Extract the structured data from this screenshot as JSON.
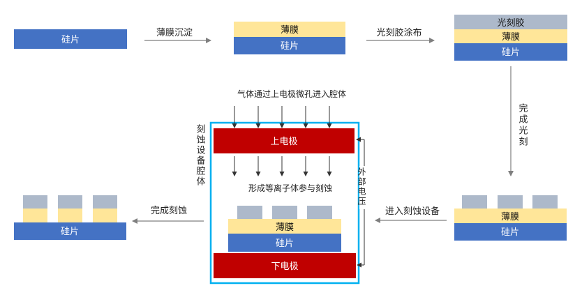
{
  "labels": {
    "wafer": "硅片",
    "film": "薄膜",
    "photoresist": "光刻胶",
    "upper_electrode": "上电极",
    "lower_electrode": "下电极"
  },
  "steps": {
    "film_deposition": "薄膜沉淀",
    "photoresist_coating": "光刻胶涂布",
    "complete_lithography": "完成光刻",
    "enter_etching_equipment": "进入刻蚀设备",
    "etching_chamber": "刻蚀设备腔体",
    "complete_etching": "完成刻蚀"
  },
  "chamber": {
    "gas_note": "气体通过上电极微孔进入腔体",
    "plasma_note": "形成等离子体参与刻蚀",
    "external_voltage": "外部电压"
  },
  "colors": {
    "wafer": "#4472c4",
    "film": "#ffe699",
    "photoresist": "#adb9ca",
    "electrode": "#c00000",
    "chamber_border": "#00b0f0",
    "arrow": "#808080"
  }
}
